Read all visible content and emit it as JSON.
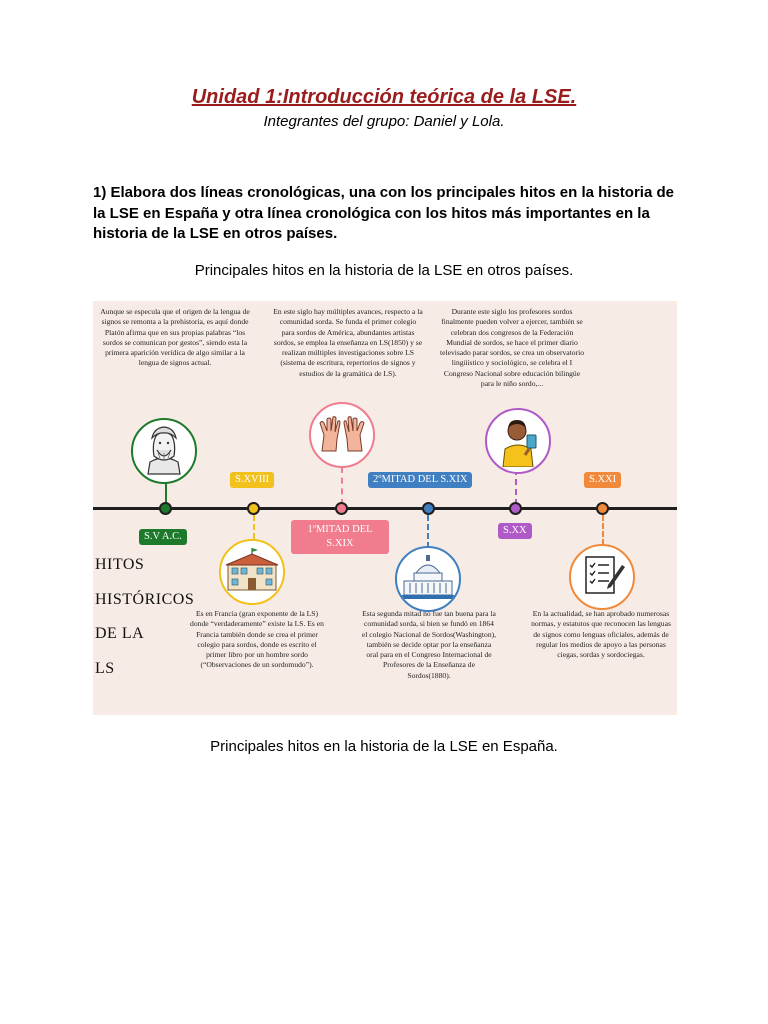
{
  "header": {
    "title": "Unidad 1:Introducción teórica de la LSE.",
    "subtitle": "Integrantes del grupo: Daniel y Lola."
  },
  "question": "1) Elabora dos líneas cronológicas, una con los principales hitos en la historia de la LSE en España y otra línea cronológica con los hitos más importantes en la historia de la LSE en otros países.",
  "caption_other": "Principales hitos en la historia de la LSE en otros países.",
  "caption_spain": "Principales hitos en la historia de la LSE en España.",
  "timeline": {
    "title_lines": [
      "HITOS",
      "HISTÓRICOS",
      "DE LA",
      "LS"
    ],
    "colors": {
      "svac": "#1d7a2b",
      "sxviii": "#f2c11b",
      "first_half_xix": "#f07c8e",
      "second_half_xix": "#3f7fc2",
      "sxx": "#b05ac8",
      "sxxi": "#f08a3a",
      "background": "#f7ebe5",
      "axis": "#1f1f1f"
    },
    "labels": {
      "svac": "S.V A.C.",
      "sxviii": "S.XVIII",
      "first_half_xix": "1ºMITAD DEL S.XIX",
      "second_half_xix": "2ºMITAD DEL S.XIX",
      "sxx": "S.XX",
      "sxxi": "S.XXI"
    },
    "notes": {
      "svac": "Aunque se especula que el origen de la lengua de signos se remonta a la prehistoria, es aquí donde Platón afirma que en sus propias palabras “los sordos se comunican por gestos”, siendo esta la primera aparición verídica de algo similar a la lengua de signos actual.",
      "first_half_xix": "En este siglo hay múltiples avances, respecto a la comunidad sorda. Se funda el primer colegio para sordos de América, abundantes artistas sordos, se emplea la enseñanza en LS(1850) y se realizan múltiples investigaciones sobre LS (sistema de escritura, repertorios de signos y estudios de la gramática de LS).",
      "sxx": "Durante este siglo los profesores sordos finalmente pueden volver a ejercer, también se celebran dos congresos de la Federación Mundial de sordos, se hace el primer diario televisado parar sordos, se crea un observatorio lingüístico y sociológico, se celebra el I Congreso Nacional sobre educación bilingüe para le niño sordo,...",
      "sxviii": "Es en Francia (gran exponente de la LS) donde “verdaderamente” existe la LS. Es en Francia también donde se crea el primer colegio para sordos, donde es escrito el primer libro por un hombre sordo (“Observaciones de un sordomudo”).",
      "second_half_xix": "Esta segunda mitad no fue tan buena para la comunidad sorda, si bien se fundó en 1864 el colegio Nacional de Sordos(Washington), también se decide optar por la enseñanza oral para en el Congreso Internacional de Profesores de la Enseñanza de Sordos(1880).",
      "sxxi": "En la actualidad, se han aprobado numerosas normas, y estatutos que reconocen las lenguas de signos como lenguas oficiales, además de regular los medios de apoyo a las personas ciegas, sordas y sordociegas."
    },
    "icons": {
      "svac": "plato-bust-icon",
      "sxviii": "school-building-icon",
      "first_half_xix": "signing-hands-icon",
      "second_half_xix": "capitol-building-icon",
      "sxx": "teacher-person-icon",
      "sxxi": "checklist-document-icon"
    }
  }
}
